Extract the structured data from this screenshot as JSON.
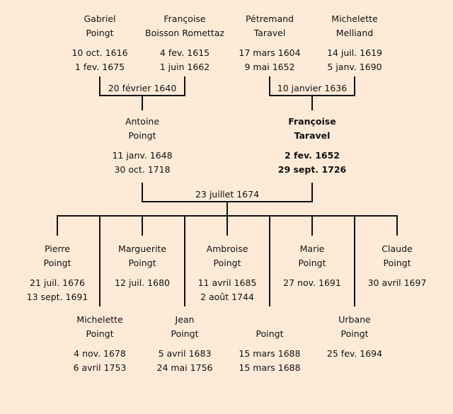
{
  "grandparents": [
    {
      "first": "Gabriel",
      "last": "Poingt",
      "birth": "10 oct. 1616",
      "death": "1 fev. 1675"
    },
    {
      "first": "Françoise",
      "last": "Boisson Romettaz",
      "birth": "4 fev. 1615",
      "death": "1 juin 1662"
    },
    {
      "first": "Pétremand",
      "last": "Taravel",
      "birth": "17 mars 1604",
      "death": "9 mai 1652"
    },
    {
      "first": "Michelette",
      "last": "Melliand",
      "birth": "14 juil. 1619",
      "death": "5 janv. 1690"
    }
  ],
  "marriages": {
    "poingt": "20 février 1640",
    "taravel": "10 janvier 1636",
    "parents": "23 juillet 1674"
  },
  "parents": [
    {
      "first": "Antoine",
      "last": "Poingt",
      "birth": "11 janv. 1648",
      "death": "30 oct. 1718"
    },
    {
      "first": "Françoise",
      "last": "Taravel",
      "birth": "2 fev. 1652",
      "death": "29 sept. 1726"
    }
  ],
  "children": [
    {
      "first": "Pierre",
      "last": "Poingt",
      "birth": "21 juil. 1676",
      "death": "13 sept. 1691"
    },
    {
      "first": "Michelette",
      "last": "Poingt",
      "birth": "4 nov. 1678",
      "death": "6 avril 1753"
    },
    {
      "first": "Marguerite",
      "last": "Poingt",
      "birth": "12 juil. 1680",
      "death": ""
    },
    {
      "first": "Jean",
      "last": "Poingt",
      "birth": "5 avril 1683",
      "death": "24 mai 1756"
    },
    {
      "first": "Ambroise",
      "last": "Poingt",
      "birth": "11 avril 1685",
      "death": "2 août 1744"
    },
    {
      "first": "",
      "last": "Poingt",
      "birth": "15 mars 1688",
      "death": "15 mars 1688"
    },
    {
      "first": "Marie",
      "last": "Poingt",
      "birth": "27 nov. 1691",
      "death": ""
    },
    {
      "first": "Urbane",
      "last": "Poingt",
      "birth": "25 fev. 1694",
      "death": ""
    },
    {
      "first": "Claude",
      "last": "Poingt",
      "birth": "30 avril 1697",
      "death": ""
    }
  ]
}
